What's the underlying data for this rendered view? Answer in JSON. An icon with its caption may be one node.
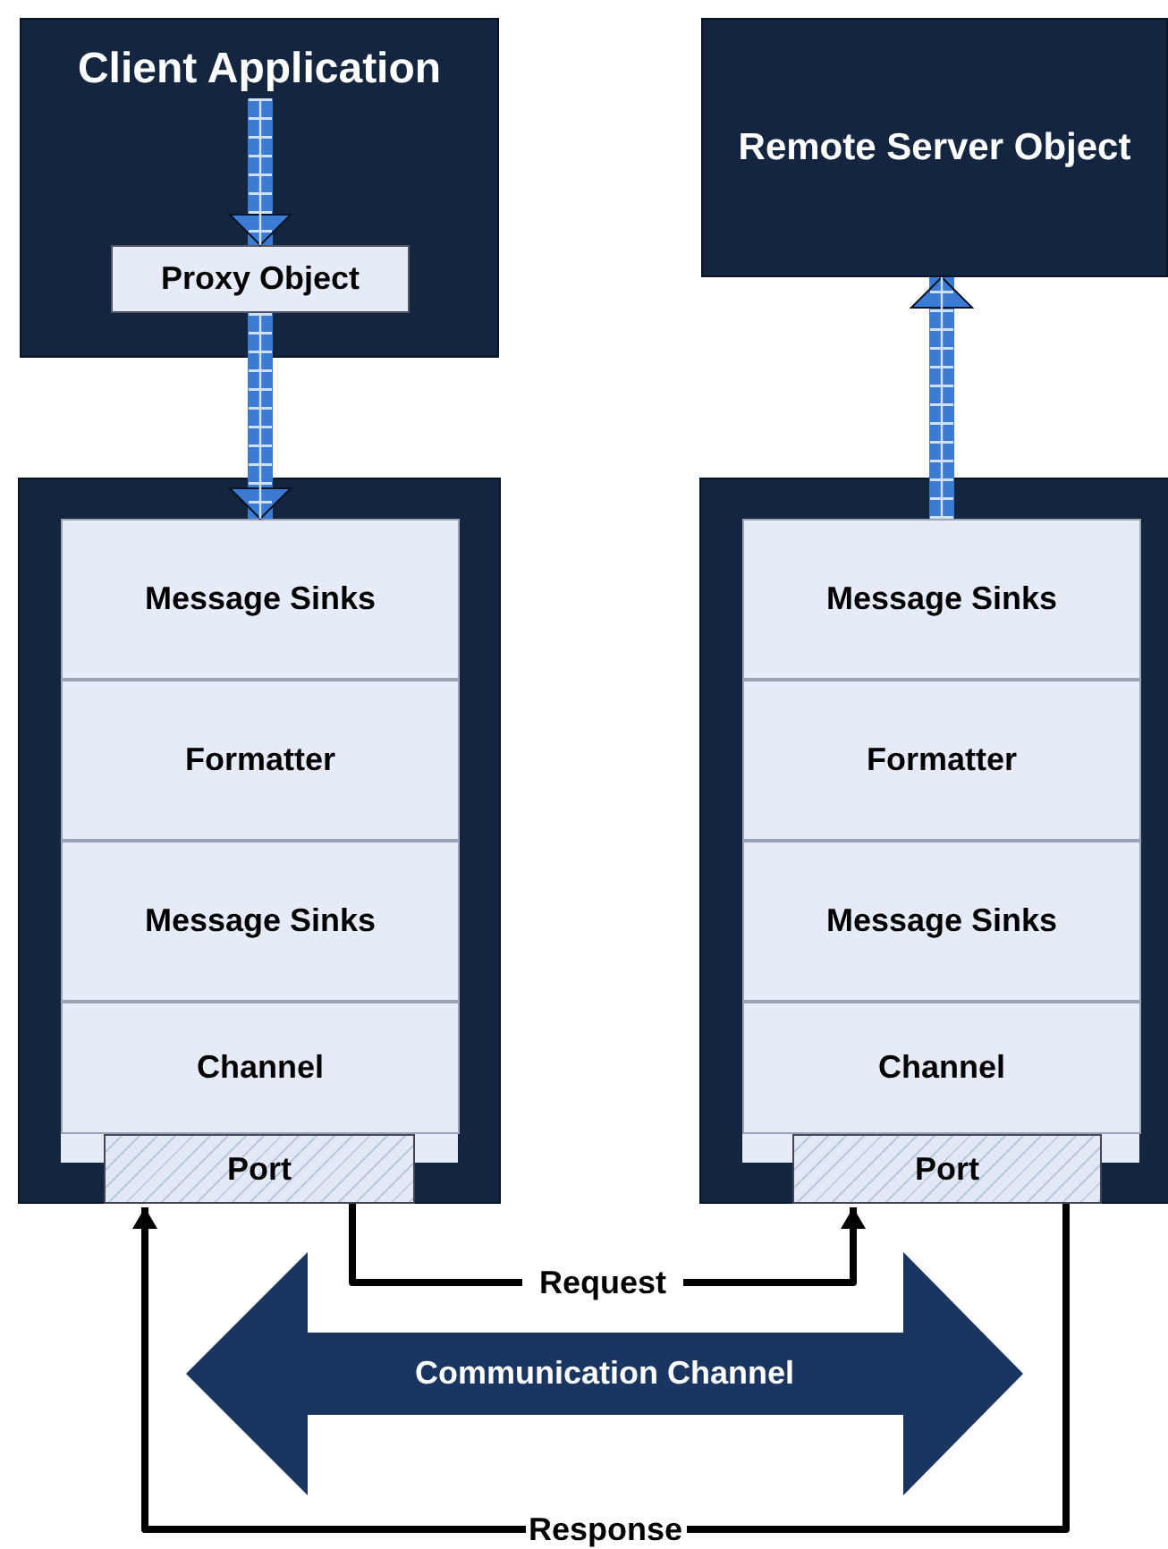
{
  "diagram": {
    "nodes": [
      {
        "text": [
          "Client Application"
        ]
      },
      {
        "text": [
          "Proxy Object"
        ],
        "in": 0
      },
      {
        "text": [],
        "shape": "box"
      },
      {
        "text": [
          "Message Sinks"
        ],
        "in": 2
      },
      {
        "text": [
          "Formatter"
        ],
        "in": 2
      },
      {
        "text": [
          "Message Sinks"
        ],
        "in": 2
      },
      {
        "text": [
          "Channel"
        ],
        "in": 2
      },
      {
        "text": [
          "Port"
        ],
        "in": 2
      },
      {
        "text": [
          "Remote Server Object"
        ]
      },
      {
        "text": [],
        "shape": "box"
      },
      {
        "text": [
          "Message Sinks"
        ],
        "in": 9
      },
      {
        "text": [
          "Formatter"
        ],
        "in": 9
      },
      {
        "text": [
          "Message Sinks"
        ],
        "in": 9
      },
      {
        "text": [
          "Channel"
        ],
        "in": 9
      },
      {
        "text": [
          "Port"
        ],
        "in": 9
      },
      {
        "text": [
          "Communication Channel"
        ]
      }
    ],
    "edges": [
      {
        "from": null,
        "to": 1,
        "arrow": "to"
      },
      {
        "from": 1,
        "to": 3,
        "arrow": "to"
      },
      {
        "from": 10,
        "to": 8,
        "arrow": "to"
      },
      {
        "from": 7,
        "to": 14,
        "arrow": "to",
        "label": "Request",
        "color": "#000000"
      },
      {
        "from": 14,
        "to": 7,
        "arrow": "to",
        "label": "Response",
        "color": "#000000"
      }
    ]
  }
}
